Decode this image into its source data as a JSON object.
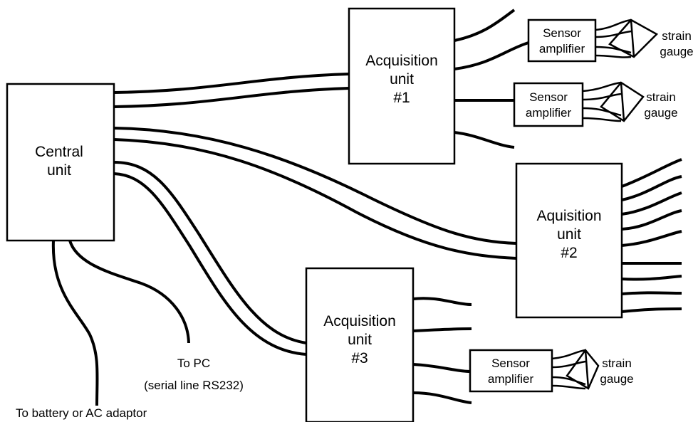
{
  "central": {
    "line1": "Central",
    "line2": "unit"
  },
  "acq1": {
    "line1": "Acquisition",
    "line2": "unit",
    "line3": "#1"
  },
  "acq2": {
    "line1": "Aquisition",
    "line2": "unit",
    "line3": "#2"
  },
  "acq3": {
    "line1": "Acquisition",
    "line2": "unit",
    "line3": "#3"
  },
  "sensor": {
    "line1": "Sensor",
    "line2": "amplifier"
  },
  "gauge": {
    "line1": "strain",
    "line2": "gauge"
  },
  "to_pc": {
    "line1": "To PC",
    "line2": "(serial line RS232)"
  },
  "to_battery": "To battery or AC adaptor"
}
